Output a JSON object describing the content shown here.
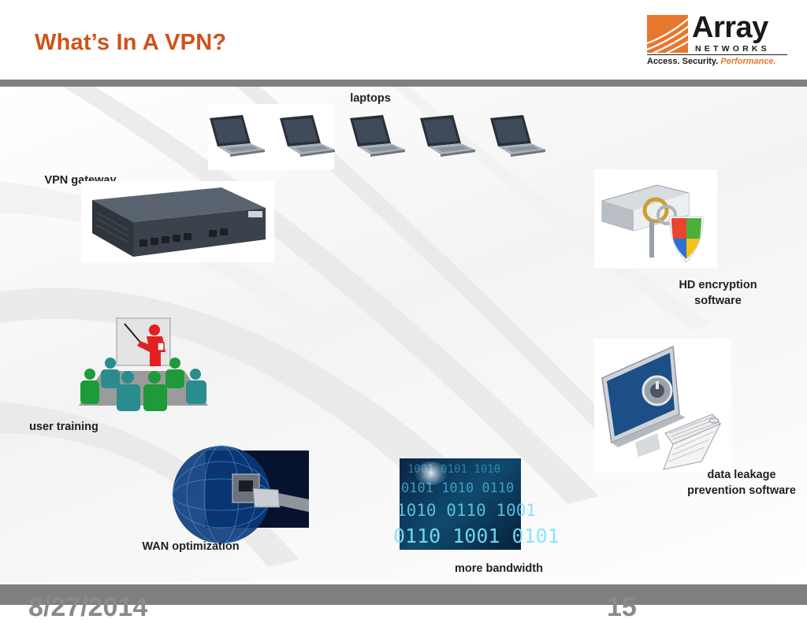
{
  "slide": {
    "title": "What’s In A VPN?",
    "footer_date": "8/27/2014",
    "footer_page": "15"
  },
  "logo": {
    "brand": "Array",
    "sub": "NETWORKS",
    "tagline_main": "Access. Security. ",
    "tagline_accent": "Performance.",
    "brand_color": "#1a1a1a",
    "accent_color": "#e8772e"
  },
  "labels": {
    "laptops": "laptops",
    "vpn_gateway": "VPN gateway",
    "hd_encryption_line1": "HD encryption",
    "hd_encryption_line2": "software",
    "user_training": "user training",
    "data_leakage_line1": "data leakage",
    "data_leakage_line2": "prevention software",
    "wan_optimization": "WAN optimization",
    "more_bandwidth": "more bandwidth"
  },
  "bandwidth_digits": [
    "1001 0101 1010",
    "0101 1010 0110",
    "1010 0110 1001",
    "0110 1001 0101"
  ],
  "colors": {
    "title": "#d0521a",
    "bar": "#7f7f7f"
  }
}
